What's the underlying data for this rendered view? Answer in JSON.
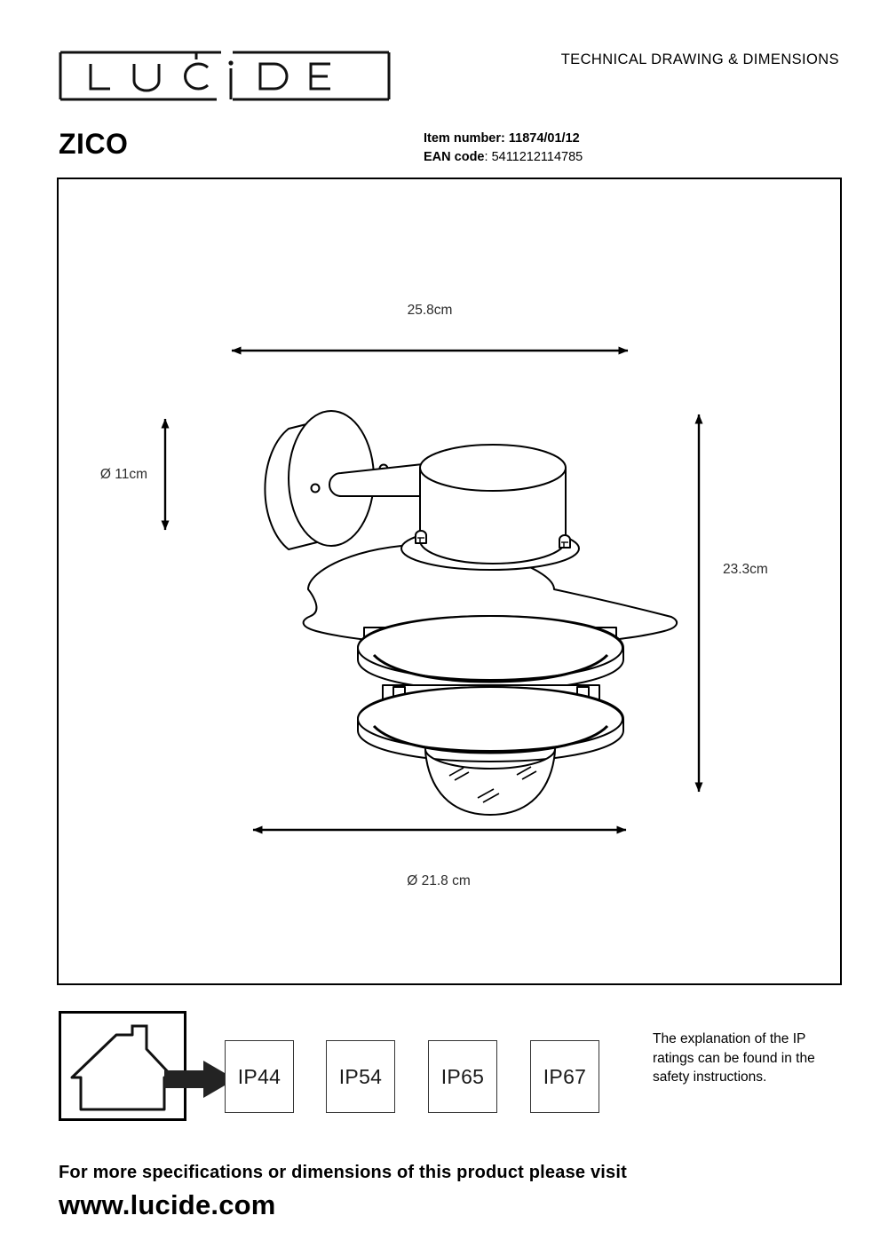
{
  "header": {
    "brand": "LUCiDE",
    "subtitle": "TECHNICAL DRAWING & DIMENSIONS",
    "product_title": "ZICO",
    "item_number_label": "Item number:",
    "item_number_value": "11874/01/12",
    "ean_label": "EAN code",
    "ean_separator": ":",
    "ean_value": "5411212114785"
  },
  "drawing": {
    "dimensions": {
      "width_top": "25.8cm",
      "diameter_mount": "Ø 11cm",
      "height_right": "23.3cm",
      "diameter_bottom": "Ø 21.8 cm"
    }
  },
  "ip_ratings": {
    "house_icon": "house-outdoor-icon",
    "arrow_icon": "right-arrow-icon",
    "boxes": [
      {
        "label": "IP44",
        "selected": true
      },
      {
        "label": "IP54",
        "selected": false
      },
      {
        "label": "IP65",
        "selected": false
      },
      {
        "label": "IP67",
        "selected": false
      }
    ],
    "explanation": "The explanation of the IP ratings can be found in the safety instructions."
  },
  "footer": {
    "line1": "For more specifications or dimensions of this product please visit",
    "line2": "www.lucide.com"
  },
  "colors": {
    "ink": "#000000",
    "dim_text": "#2b2b2b",
    "frame": "#000000"
  }
}
